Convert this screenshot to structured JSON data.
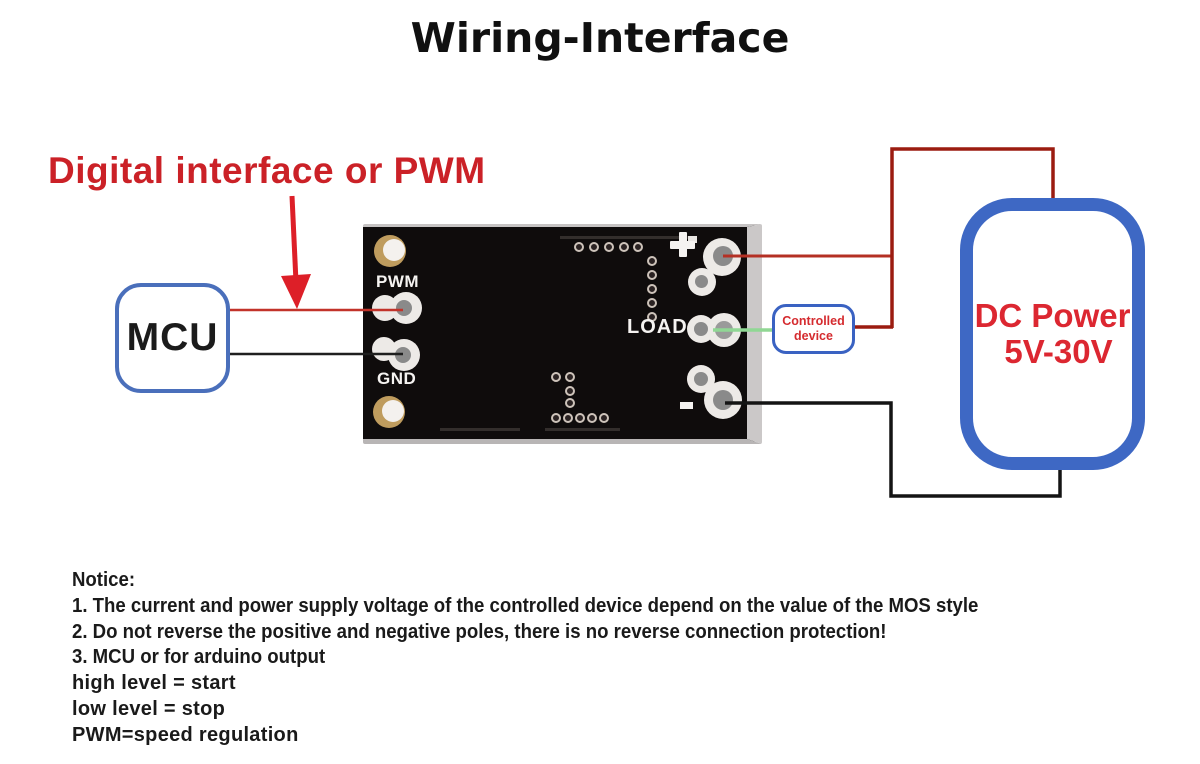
{
  "title": "Wiring-Interface",
  "annotation": {
    "label": "Digital interface or PWM"
  },
  "mcu": {
    "label": "MCU"
  },
  "pcb": {
    "pwm_label": "PWM",
    "gnd_label": "GND",
    "load_label": "LOAD",
    "plus_symbol": "+",
    "minus_symbol": "-"
  },
  "controlled_device": {
    "line1": "Controlled",
    "line2": "device"
  },
  "dc_power": {
    "line1": "DC Power",
    "line2": "5V-30V"
  },
  "notice": {
    "heading": "Notice:",
    "lines": [
      "1. The current and power supply voltage of the controlled device depend on the value of the MOS style",
      "2. Do not reverse the positive and negative poles, there is no reverse connection protection!",
      "3. MCU or for arduino output"
    ],
    "legend": [
      "high level = start",
      "low level = stop",
      "PWM=speed regulation"
    ]
  },
  "colors": {
    "annotation_red": "#cb2127",
    "wire_red": "#c2332a",
    "wire_dark_red": "#9b1c10",
    "wire_black": "#141414",
    "wire_green": "#90d794",
    "box_blue": "#3e68c4",
    "mcu_border_blue": "#4a6fbb",
    "pcb_black": "#0f0c0c",
    "pad_white": "#edeae7",
    "mount_hole_gold": "#bf9c5e",
    "dc_text_red": "#dc2731"
  }
}
